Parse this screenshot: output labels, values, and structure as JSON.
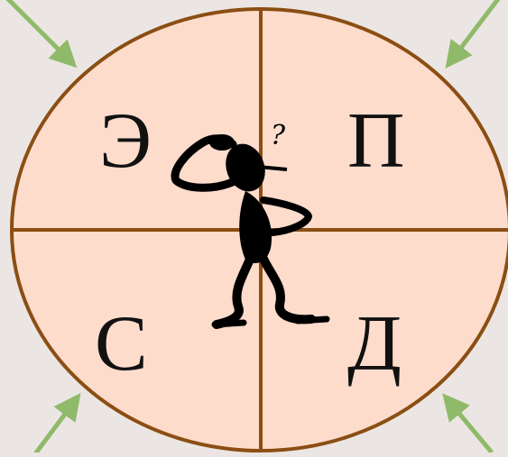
{
  "colors": {
    "background": "#ebe6e3",
    "circle_fill": "#fddccc",
    "circle_stroke": "#8b4e13",
    "arrow": "#8fba6a",
    "figure": "#000000",
    "text": "#111111"
  },
  "quadrants": {
    "top_left": "Э",
    "top_right": "П",
    "bottom_left": "С",
    "bottom_right": "Д"
  },
  "figure": {
    "icon": "thinking-person-icon",
    "thought_mark": "?"
  },
  "arrows": {
    "icon": "green-arrow-icon",
    "count": 4
  }
}
